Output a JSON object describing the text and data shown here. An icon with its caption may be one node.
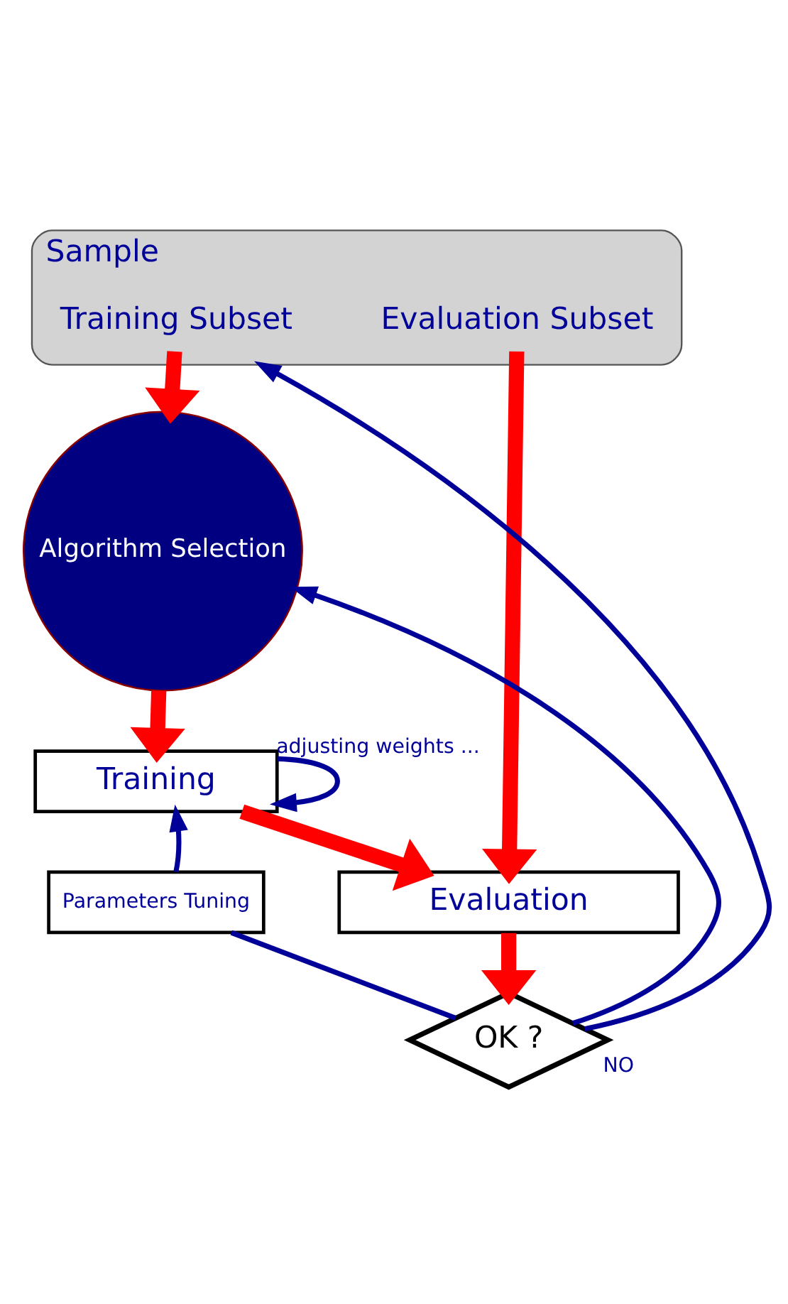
{
  "diagram": {
    "nodes": [
      {
        "text": [
          "Sample"
        ]
      },
      {
        "text": [
          "Training Subset"
        ],
        "in": 0
      },
      {
        "text": [
          "Evaluation Subset"
        ],
        "in": 0
      },
      {
        "text": [
          "Algorithm Selection"
        ]
      },
      {
        "text": [
          "Training"
        ]
      },
      {
        "text": [
          "Parameters Tuning"
        ]
      },
      {
        "text": [
          "Evaluation"
        ]
      },
      {
        "text": [
          "OK ?"
        ]
      }
    ],
    "edges": [
      {
        "from": 1,
        "to": 3,
        "arrow": "to",
        "style": "thick",
        "color": "#ff0000"
      },
      {
        "from": 2,
        "to": 6,
        "arrow": "to",
        "style": "thick",
        "color": "#ff0000"
      },
      {
        "from": 3,
        "to": 4,
        "arrow": "to",
        "style": "thick",
        "color": "#ff0000"
      },
      {
        "from": 4,
        "to": 6,
        "arrow": "to",
        "style": "thick",
        "color": "#ff0000"
      },
      {
        "from": 6,
        "to": 7,
        "arrow": "to",
        "style": "thick",
        "color": "#ff0000"
      },
      {
        "from": 4,
        "to": 4,
        "arrow": "to",
        "label": "adjusting weights ...",
        "color": "#000099"
      },
      {
        "from": 7,
        "to": 0,
        "arrow": "to",
        "label": "NO",
        "color": "#000099"
      },
      {
        "from": 7,
        "to": 3,
        "arrow": "to",
        "color": "#000099"
      },
      {
        "from": 7,
        "to": 5,
        "arrow": "none",
        "color": "#000099"
      },
      {
        "from": 5,
        "to": 4,
        "arrow": "to",
        "color": "#000099"
      }
    ]
  }
}
